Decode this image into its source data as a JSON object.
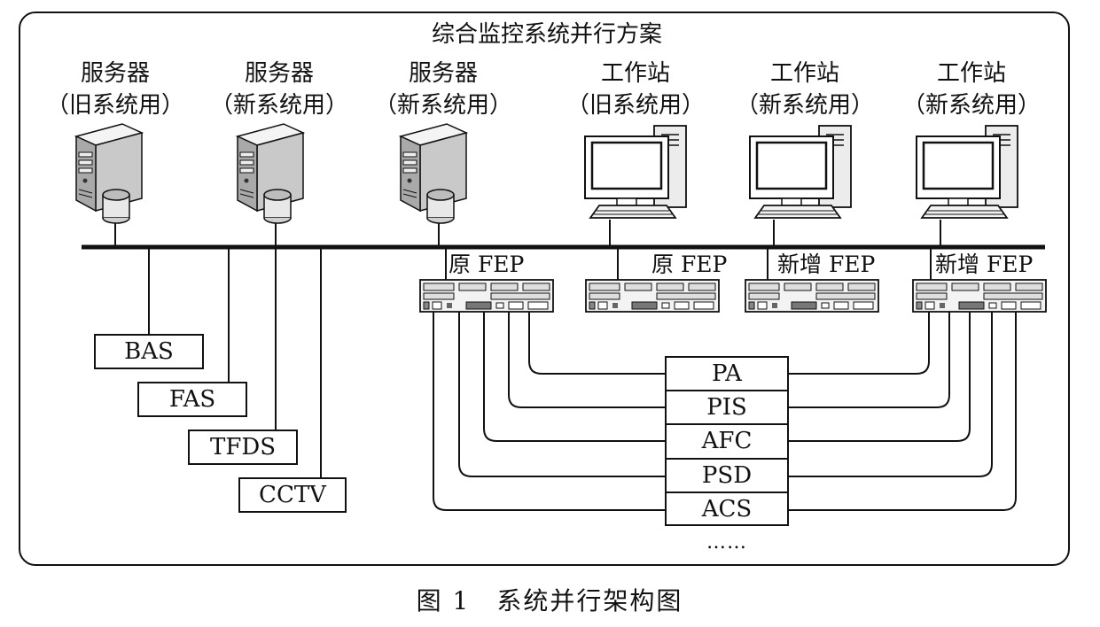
{
  "diagram": {
    "title": "综合监控系统并行方案",
    "caption": "图 1　系统并行架构图",
    "servers": [
      {
        "name": "服务器",
        "role": "（旧系统用）"
      },
      {
        "name": "服务器",
        "role": "（新系统用）"
      },
      {
        "name": "服务器",
        "role": "（新系统用）"
      }
    ],
    "workstations": [
      {
        "name": "工作站",
        "role": "（旧系统用）"
      },
      {
        "name": "工作站",
        "role": "（新系统用）"
      },
      {
        "name": "工作站",
        "role": "（新系统用）"
      }
    ],
    "feps": [
      "原 FEP",
      "原 FEP",
      "新增 FEP",
      "新增 FEP"
    ],
    "left_subsystems": [
      "BAS",
      "FAS",
      "TFDS",
      "CCTV"
    ],
    "right_subsystems": [
      "PA",
      "PIS",
      "AFC",
      "PSD",
      "ACS"
    ],
    "more": "……"
  },
  "colors": {
    "line": "#111111",
    "device": "#dcdcdc",
    "device_dark": "#8a8a8a",
    "background": "#ffffff"
  },
  "icons": [
    "server-icon",
    "workstation-icon",
    "fep-rack-icon"
  ]
}
